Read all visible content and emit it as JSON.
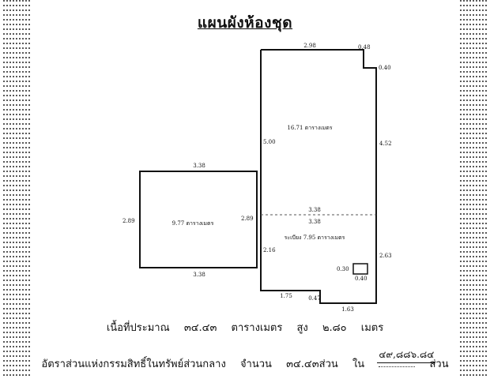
{
  "title": "แผนผังห้องชุด",
  "room_left": {
    "dim_top": "3.38",
    "dim_bottom": "3.38",
    "dim_left": "2.89",
    "dim_right": "2.89",
    "area": "9.77 ตารางเมตร"
  },
  "room_right": {
    "dim_top": "2.98",
    "dim_notch_top": "0.48",
    "dim_notch_side": "0.40",
    "dim_left_upper": "5.00",
    "dim_right_upper": "4.52",
    "area_upper": "16.71 ตารางเมตร",
    "dim_divider_top": "3.38",
    "dim_divider_bottom": "3.38",
    "balcony": "ระเบียง 7.95 ตารางเมตร",
    "dim_left_lower": "2.16",
    "dim_right_lower": "2.63",
    "dim_bottom_left": "1.75",
    "dim_step": "0.47",
    "dim_bottom_right": "1.63",
    "column_w": "0.30",
    "column_h": "0.40"
  },
  "footer": {
    "area_label": "เนื้อที่ประมาณ",
    "area_value": "๓๔.๔๓",
    "area_unit": "ตารางเมตร",
    "height_label": "สูง",
    "height_value": "๒.๘๐",
    "height_unit": "เมตร",
    "ratio_label": "อัตราส่วนแห่งกรรมสิทธิ์ในทรัพย์ส่วนกลาง",
    "ratio_count_label": "จำนวน",
    "ratio_value": "๓๔.๔๓",
    "ratio_part": "ส่วน",
    "ratio_in": "ใน",
    "ratio_denominator": "๔๙,๘๘๖.๘๔",
    "ratio_part_end": "ส่วน"
  }
}
